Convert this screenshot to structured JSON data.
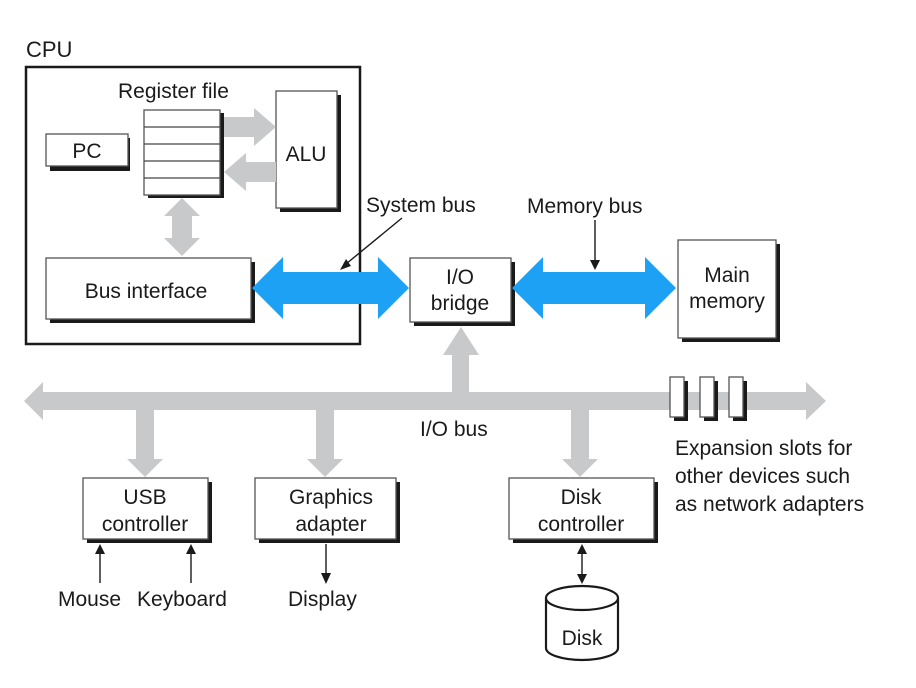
{
  "diagram": {
    "colors": {
      "system_bus": "#1da1f5",
      "io_bus": "#c8c9cb",
      "box_shadow": "#1a1a1a"
    },
    "cpu": {
      "label": "CPU",
      "register_file_label": "Register file",
      "register_count": 5,
      "pc_label": "PC",
      "alu_label": "ALU",
      "bus_interface_label": "Bus interface"
    },
    "buses": {
      "system_bus_label": "System bus",
      "memory_bus_label": "Memory bus",
      "io_bus_label": "I/O bus"
    },
    "io_bridge": {
      "line1": "I/O",
      "line2": "bridge"
    },
    "main_memory": {
      "line1": "Main",
      "line2": "memory"
    },
    "devices": {
      "usb": {
        "line1": "USB",
        "line2": "controller",
        "inputs": [
          "Mouse",
          "Keyboard"
        ]
      },
      "graphics": {
        "line1": "Graphics",
        "line2": "adapter",
        "output": "Display"
      },
      "disk_controller": {
        "line1": "Disk",
        "line2": "controller"
      },
      "disk": {
        "label": "Disk"
      }
    },
    "expansion": {
      "slot_count": 3,
      "caption": [
        "Expansion slots for",
        "other devices such",
        "as network adapters"
      ]
    }
  }
}
